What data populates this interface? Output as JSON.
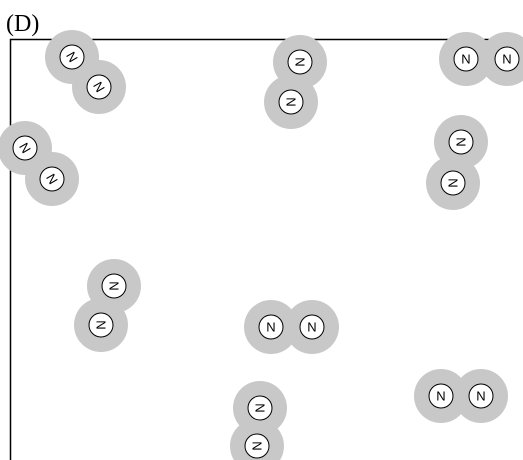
{
  "panel_label": "(D)",
  "atom_symbol": "N",
  "colors": {
    "frame": "#000000",
    "cloud": "#c8c8c8",
    "atom_fill": "#ffffff",
    "atom_stroke": "#000000",
    "text": "#000000"
  },
  "molecules": [
    {
      "id": "n2-1",
      "orientation": "diagonal"
    },
    {
      "id": "n2-2",
      "orientation": "vertical"
    },
    {
      "id": "n2-3",
      "orientation": "horizontal"
    },
    {
      "id": "n2-4",
      "orientation": "diagonal"
    },
    {
      "id": "n2-5",
      "orientation": "vertical"
    },
    {
      "id": "n2-6",
      "orientation": "vertical"
    },
    {
      "id": "n2-7",
      "orientation": "horizontal"
    },
    {
      "id": "n2-8",
      "orientation": "horizontal"
    },
    {
      "id": "n2-9",
      "orientation": "vertical"
    }
  ]
}
